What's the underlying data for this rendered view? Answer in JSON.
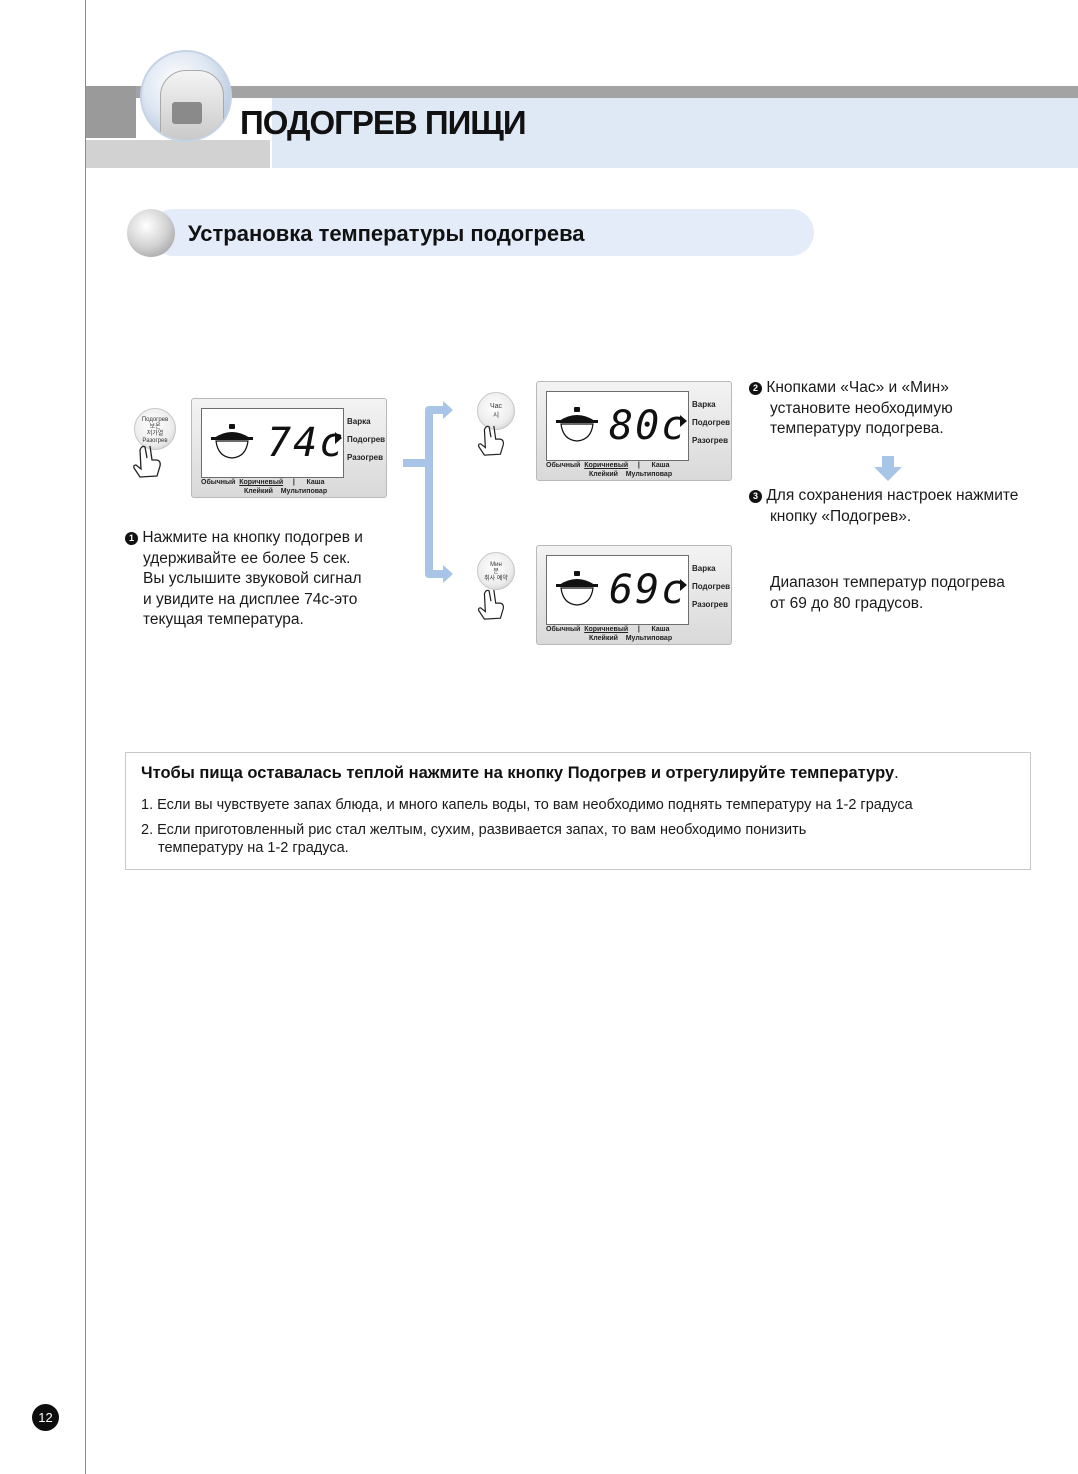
{
  "header": {
    "title": "ПОДОГРЕВ ПИЩИ"
  },
  "section": {
    "title": "Устрановка температуры подогрева"
  },
  "displays": {
    "first": {
      "temp": "74c"
    },
    "second": {
      "temp": "80c"
    },
    "third": {
      "temp": "69c"
    },
    "modes": [
      "Варка",
      "Подогрев",
      "Разогрев"
    ],
    "menu_top": [
      "Обычный",
      "Коричневый",
      "|",
      "Каша"
    ],
    "menu_bottom": [
      "Клейкий",
      "Мультиповар"
    ]
  },
  "buttons": {
    "warm": {
      "line1": "Подогрев",
      "line2": "보온",
      "line3": "저가열",
      "line4": "Разогрев"
    },
    "hour": {
      "line1": "Час",
      "line2": "시"
    },
    "min": {
      "line1": "Мин",
      "line2": "분",
      "line3": "취사 예약"
    }
  },
  "steps": {
    "step1": {
      "num": "1",
      "lines": [
        "Нажмите на кнопку подогрев и",
        "удерживайте ее более 5 сек.",
        "Вы услышите звуковой сигнал",
        "и увидите на дисплее 74с-это",
        "текущая температура."
      ]
    },
    "step2": {
      "num": "2",
      "lines": [
        "Кнопками «Час» и «Мин»",
        "установите необходимую",
        "температуру подогрева."
      ]
    },
    "step3": {
      "num": "3",
      "lines": [
        "Для сохранения настроек нажмите",
        "кнопку «Подогрев»."
      ]
    },
    "range": {
      "lines": [
        "Диапазон температур подогрева",
        "от 69 до 80 градусов."
      ]
    }
  },
  "tip": {
    "title": "Чтобы пища оставалась теплой нажмите на кнопку Подогрев и отрегулируйте температуру",
    "title_end": ".",
    "item1": "1. Если вы чувствуете запах блюда, и много капель воды, то вам необходимо поднять температуру на 1-2 градуса",
    "item2_line1": "2. Если приготовленный рис стал желтым, сухим, развивается запах, то вам необходимо понизить",
    "item2_line2": "температуру на 1-2 градуса."
  },
  "page": {
    "number": "12"
  }
}
